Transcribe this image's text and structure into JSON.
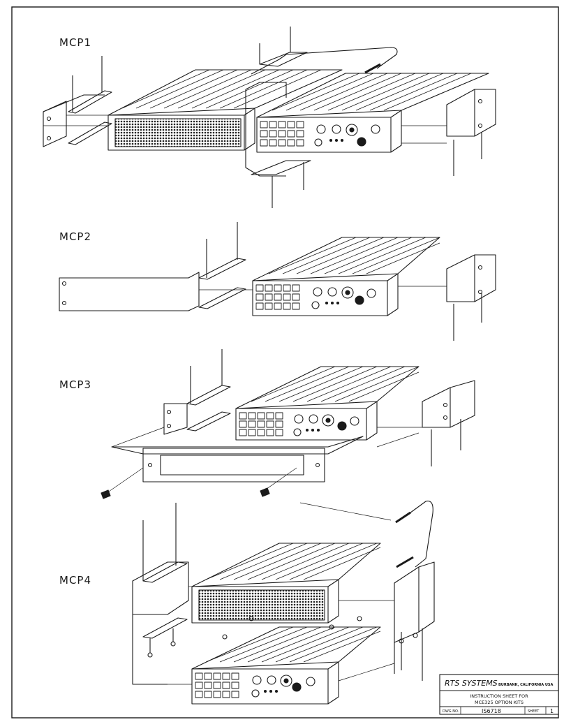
{
  "labels": {
    "mcp1": "MCP1",
    "mcp2": "MCP2",
    "mcp3": "MCP3",
    "mcp4": "MCP4"
  },
  "title_block": {
    "company": "RTS SYSTEMS",
    "location": "BURBANK, CALIFORNIA USA",
    "title_line1": "INSTRUCTION SHEET FOR",
    "title_line2": "MCE325 OPTION KITS",
    "dwg_label": "DWG NO.",
    "dwg_no": "IS6718",
    "sheet_label": "SHEET",
    "sheet_no": "1"
  },
  "colors": {
    "ink": "#1a1a1a",
    "paper": "#ffffff"
  }
}
